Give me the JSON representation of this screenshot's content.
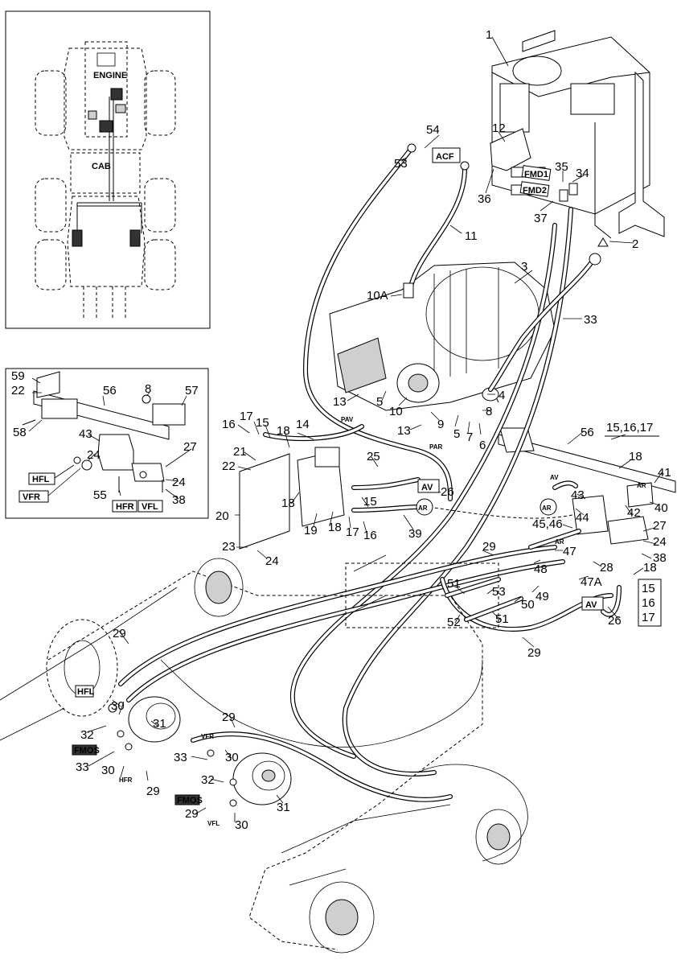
{
  "overview": {
    "engine_label": "ENGINE",
    "cab_label": "CAB"
  },
  "detail_inset": {
    "callouts": [
      "59",
      "22",
      "56",
      "8",
      "57",
      "58",
      "43",
      "27",
      "24",
      "55",
      "24",
      "38"
    ],
    "tags": [
      "HFL",
      "VFR",
      "HFR",
      "VFL"
    ]
  },
  "main": {
    "callouts": [
      "1",
      "54",
      "12",
      "53",
      "35",
      "34",
      "36",
      "37",
      "2",
      "11",
      "3",
      "10A",
      "33",
      "13",
      "5",
      "10",
      "4",
      "8",
      "9",
      "13",
      "5",
      "7",
      "6",
      "16",
      "17",
      "15",
      "14",
      "18",
      "21",
      "22",
      "25",
      "20",
      "18",
      "19",
      "18",
      "15",
      "17",
      "16",
      "26",
      "39",
      "23",
      "24",
      "56",
      "15,16,17",
      "18",
      "41",
      "43",
      "44",
      "42",
      "40",
      "27",
      "45,46",
      "24",
      "29",
      "47",
      "38",
      "28",
      "48",
      "18",
      "51",
      "53",
      "47A",
      "15",
      "16",
      "17",
      "49",
      "50",
      "52",
      "51",
      "26",
      "29",
      "29",
      "30",
      "32",
      "31",
      "33",
      "30",
      "29",
      "29",
      "30",
      "33",
      "32",
      "31",
      "29",
      "30"
    ],
    "tags": [
      "ACF",
      "FMD1",
      "FMD2",
      "AV",
      "AV",
      "HFL",
      "FMOS",
      "FMOS"
    ],
    "circle_tags": [
      "AR",
      "AR"
    ],
    "tiny_labels": [
      "PAV",
      "PAR",
      "HFR",
      "VFR",
      "VFL",
      "AR",
      "AV",
      "AR"
    ]
  }
}
